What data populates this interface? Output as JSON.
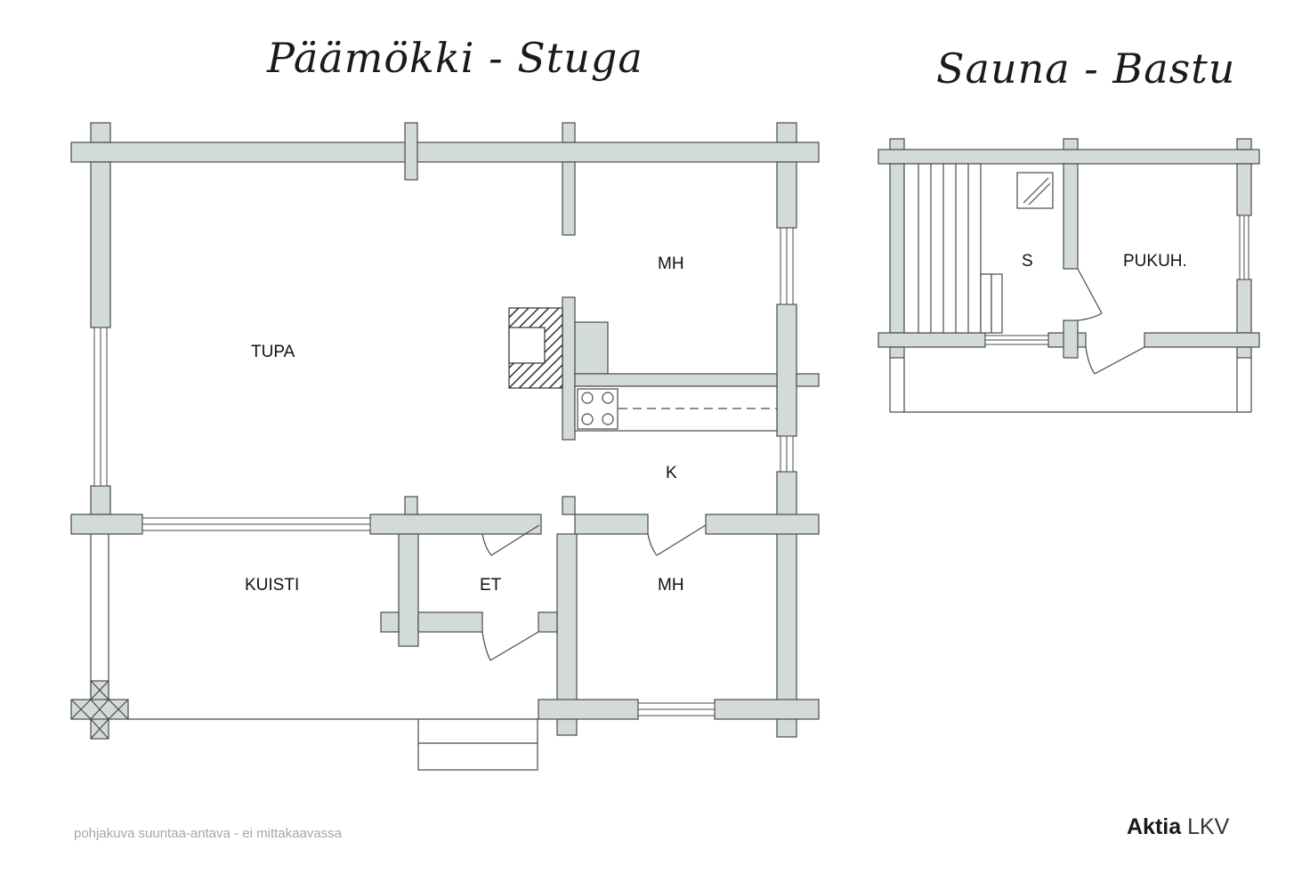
{
  "titles": {
    "main": "Päämökki - Stuga",
    "sauna": "Sauna - Bastu"
  },
  "rooms": {
    "tupa": "TUPA",
    "mh_top": "MH",
    "k": "K",
    "kuisti": "KUISTI",
    "et": "ET",
    "mh_bottom": "MH",
    "s": "S",
    "pukuh": "PUKUH."
  },
  "footer": {
    "note": "pohjakuva suuntaa-antava - ei mittakaavassa",
    "brand_bold": "Aktia",
    "brand_light": "LKV"
  },
  "colors": {
    "wall_fill": "#d3dbd8",
    "wall_stroke": "#4a4a4a",
    "hatch": "#333333"
  }
}
